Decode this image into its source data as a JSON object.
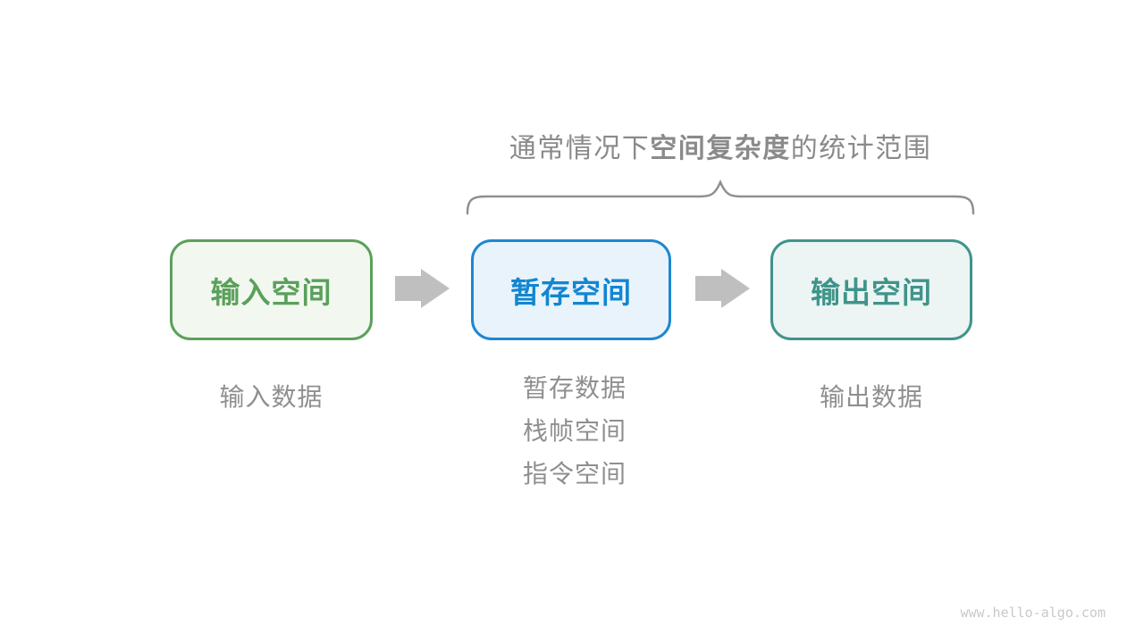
{
  "caption": {
    "prefix": "通常情况下",
    "bold": "空间复杂度",
    "suffix": "的统计范围"
  },
  "boxes": [
    {
      "id": "input-space",
      "label": "输入空间",
      "text_color": "#5ba05b",
      "border_color": "#5ba05b",
      "bg_color": "#f2f8f0"
    },
    {
      "id": "temp-space",
      "label": "暂存空间",
      "text_color": "#1286d1",
      "border_color": "#1e87d0",
      "bg_color": "#e9f3fb"
    },
    {
      "id": "output-space",
      "label": "输出空间",
      "text_color": "#3f948a",
      "border_color": "#3f948a",
      "bg_color": "#ecf5f3"
    }
  ],
  "notes": {
    "input": "输入数据",
    "temp": [
      "暂存数据",
      "栈帧空间",
      "指令空间"
    ],
    "output": "输出数据"
  },
  "watermark": "www.hello-algo.com",
  "colors": {
    "caption_text": "#8a8a8a",
    "note_text": "#8f8f8f",
    "arrow": "#bfbfbf",
    "brace": "#8f8f8f",
    "watermark": "#c9c9c9",
    "background": "#ffffff"
  }
}
